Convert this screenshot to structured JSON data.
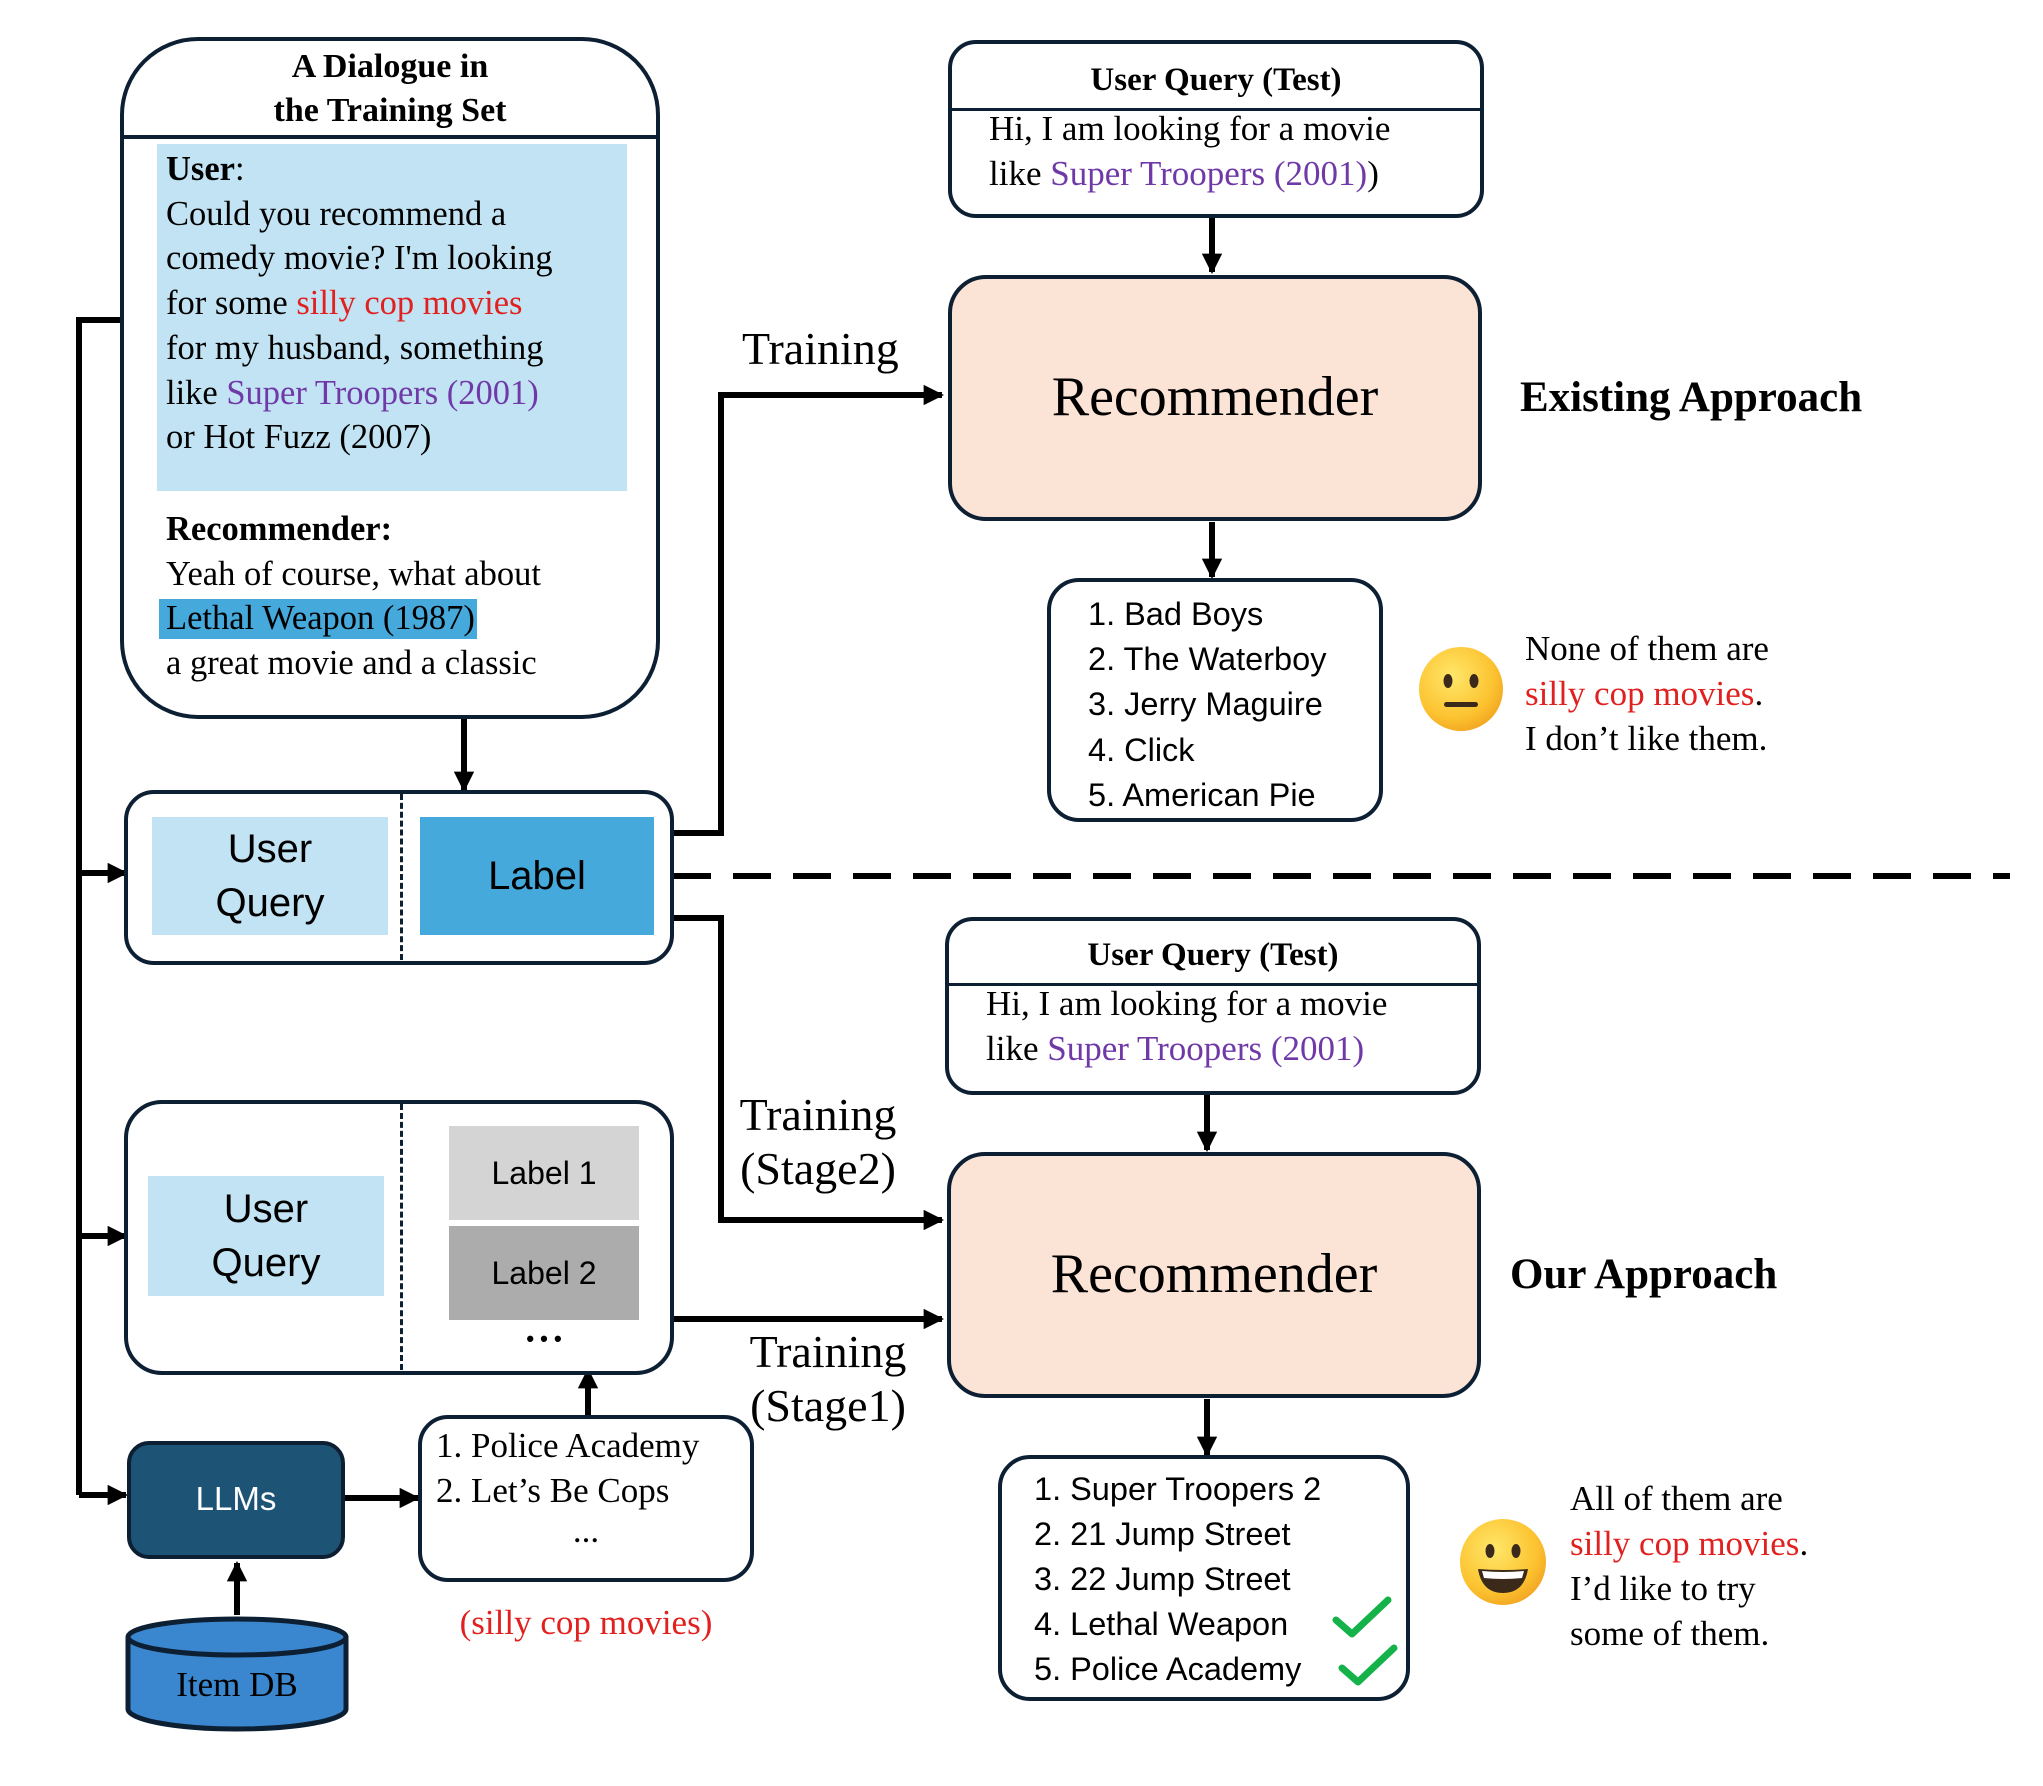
{
  "colors": {
    "outline": "#0d1f33",
    "dialogue_highlight": "#c2e3f3",
    "label_highlight": "#45a9dc",
    "recommender_fill": "#fbe3d6",
    "label1_fill": "#d4d4d4",
    "label2_fill": "#acacac",
    "llm_fill": "#1d5476",
    "db_fill": "#3a87cf",
    "red_text": "#e0211f",
    "purple_text": "#6f3aa8",
    "check": "#15b24a"
  },
  "dialogue": {
    "title_line1": "A Dialogue in",
    "title_line2": "the Training Set",
    "user_label": "User",
    "user_colon": ":",
    "user_lines": {
      "l1": "Could you recommend a",
      "l2": "comedy movie? I'm looking",
      "l3_pre": "for some ",
      "l3_red": "silly cop movies",
      "l4": "for my husband, something",
      "l5_pre": "like ",
      "l5_purple": "Super Troopers (2001)",
      "l6": "or Hot Fuzz (2007)"
    },
    "rec_label": "Recommender:",
    "rec_lines": {
      "l1": "Yeah of course, what about",
      "l2_hl": "Lethal Weapon (1987)",
      "l3": "a great movie and a classic"
    }
  },
  "existing": {
    "pair": {
      "query_line1": "User",
      "query_line2": "Query",
      "label": "Label"
    },
    "training_label": "Training",
    "test_query": {
      "title": "User Query (Test)",
      "line1": "Hi, I am looking for a movie",
      "line2_pre": "like ",
      "line2_purple": "Super Troopers (2001)",
      "line2_post": ")"
    },
    "recommender": "Recommender",
    "approach_label": "Existing Approach",
    "results": [
      "1. Bad Boys",
      "2. The Waterboy",
      "3. Jerry Maguire",
      "4. Click",
      "5. American Pie"
    ],
    "comment": {
      "line1": "None of them are",
      "line2_red": "silly cop movies",
      "line2_post": ".",
      "line3": "I don’t like them."
    },
    "emoji": "neutral-face"
  },
  "ours": {
    "pair": {
      "query_line1": "User",
      "query_line2": "Query",
      "label1": "Label 1",
      "label2": "Label 2",
      "ellipsis": "• • •"
    },
    "training_stage2": {
      "line1": "Training",
      "line2": "(Stage2)"
    },
    "training_stage1": {
      "line1": "Training",
      "line2": "(Stage1)"
    },
    "llm": "LLMs",
    "item_db": "Item DB",
    "llm_output": {
      "line1": "1. Police Academy",
      "line2": "2. Let’s Be Cops",
      "line3": "..."
    },
    "llm_output_caption": "(silly cop movies)",
    "test_query": {
      "title": "User Query (Test)",
      "line1": "Hi, I am looking for a movie",
      "line2_pre": "like ",
      "line2_purple": "Super Troopers (2001)"
    },
    "recommender": "Recommender",
    "approach_label": "Our Approach",
    "results": [
      "1. Super Troopers 2",
      "2. 21 Jump Street",
      "3. 22 Jump Street",
      "4. Lethal Weapon",
      "5. Police Academy"
    ],
    "checked": [
      4,
      5
    ],
    "comment": {
      "line1": "All of them are",
      "line2_red": "silly cop movies",
      "line2_post": ".",
      "line3": "I’d like to try",
      "line4": "some of them."
    },
    "emoji": "grinning-face"
  }
}
